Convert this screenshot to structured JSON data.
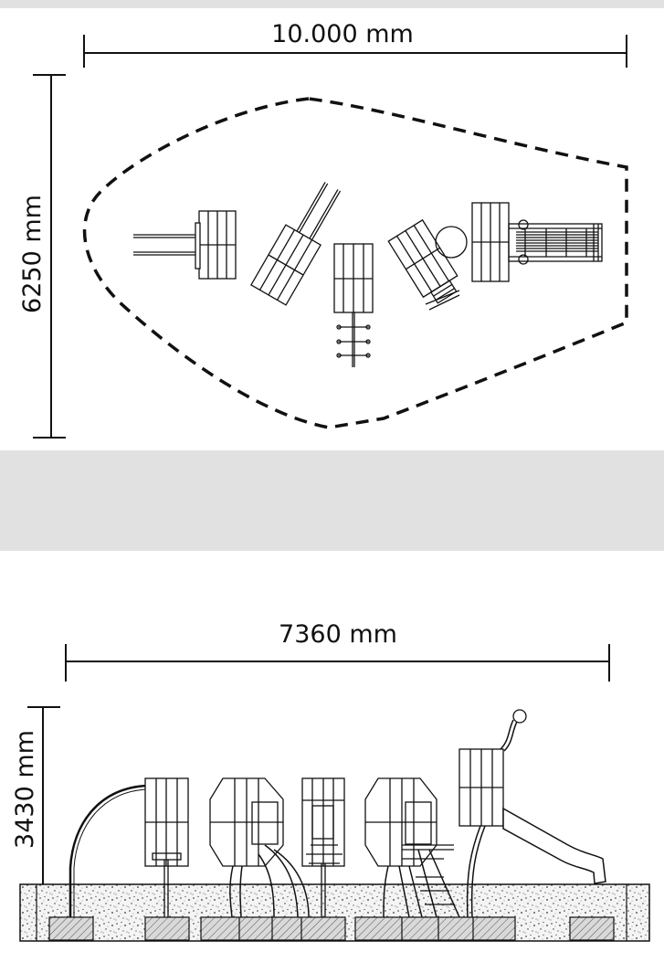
{
  "plan": {
    "width_label": "10.000 mm",
    "depth_label": "6250 mm"
  },
  "elevation": {
    "width_label": "7360 mm",
    "height_label": "3430 mm"
  },
  "colors": {
    "band": "#e1e1e1",
    "ink": "#111111",
    "ground": "#efefef",
    "footing": "#c9c9c9"
  }
}
